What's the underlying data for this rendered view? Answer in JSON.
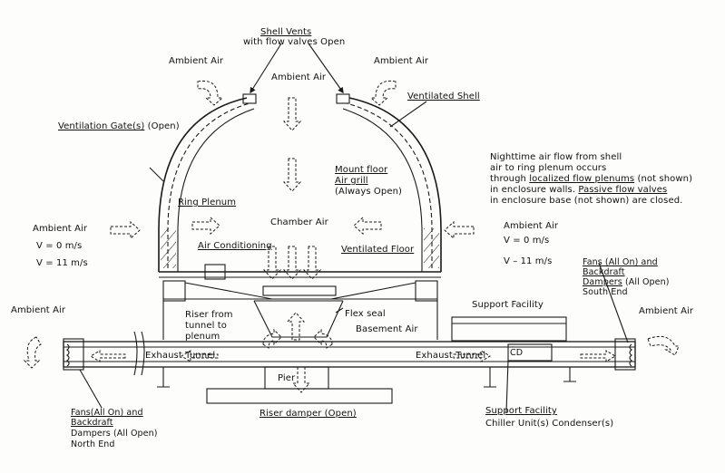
{
  "labels": {
    "shell_vents": "Shell Vents",
    "shell_vents_sub": "with flow valves Open",
    "ambient_air_tl": "Ambient Air",
    "ambient_air_top": "Ambient Air",
    "ambient_air_tr": "Ambient Air",
    "ventilated_shell": "Ventilated Shell",
    "ventilation_gate": "Ventilation Gate(s)",
    "ventilation_gate_state": " (Open)",
    "note_line1": "Nighttime air flow from shell",
    "note_line2": "air to ring plenum occurs",
    "note_line3a": "through ",
    "note_line3b": "localized flow plenums",
    "note_line3c": " (not shown)",
    "note_line4a": "in enclosure walls. ",
    "note_line4b": "Passive flow valves",
    "note_line5": "in enclosure base (not shown) are closed.",
    "mount_floor_1": "Mount floor",
    "mount_floor_2": "Air grill",
    "mount_floor_3": "(Always Open)",
    "ring_plenum": "Ring Plenum",
    "chamber_air": "Chamber Air",
    "ambient_air_left": "Ambient Air",
    "v_left_1": "V = 0 m/s",
    "v_left_2": "V = 11 m/s",
    "ambient_air_right": "Ambient Air",
    "v_right_1": "V = 0 m/s",
    "v_right_2": "V – 11 m/s",
    "air_conditioning": "Air Conditioning",
    "ventilated_floor": "Ventilated Floor",
    "fans_south_1": "Fans (All On) and",
    "fans_south_2": "Backdraft",
    "fans_south_3": "Dampers",
    "fans_south_3b": " (All Open)",
    "fans_south_4": "South End",
    "ambient_air_far_left": "Ambient Air",
    "ambient_air_far_right": "Ambient Air",
    "support_facility_top": "Support Facility",
    "flex_seal": "Flex seal",
    "basement_air": "Basement Air",
    "riser_1": "Riser from",
    "riser_2": "tunnel to",
    "riser_3": "plenum",
    "exhaust_tunnel_left": "Exhaust Tunnel",
    "exhaust_tunnel_right": "Exhaust Tunnel",
    "cd": "CD",
    "pier": "Pier",
    "riser_damper": "Riser damper (Open)",
    "fans_north_1": "Fans(All On)",
    "fans_north_1b": " and",
    "fans_north_2": "Backdraft",
    "fans_north_3": "Dampers (All Open)",
    "fans_north_4": "North End",
    "support_facility_bottom": "Support Facility",
    "chiller": "Chiller Unit(s)   Condenser(s)"
  },
  "colors": {
    "ink": "#1a1a1a",
    "paper": "#fdfdfb"
  }
}
